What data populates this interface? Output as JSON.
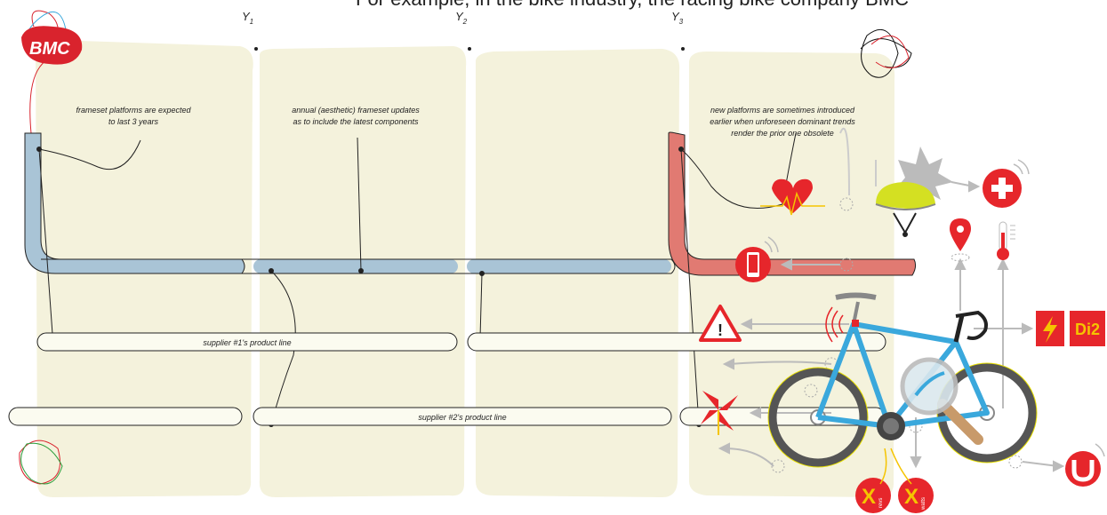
{
  "caption": "For example, in the bike industry, the racing bike company BMC",
  "brand": {
    "logo_text": "BMC",
    "color": "#d9232d"
  },
  "years": [
    {
      "letter": "Y",
      "sub": "1"
    },
    {
      "letter": "Y",
      "sub": "2"
    },
    {
      "letter": "Y",
      "sub": "3"
    }
  ],
  "annotations": {
    "col1": [
      "frameset platforms are expected",
      "to last 3 years"
    ],
    "col2": [
      "annual (aesthetic) frameset updates",
      "as to include the latest components"
    ],
    "col4": [
      "new platforms are sometimes introduced",
      "earlier when unforeseen dominant trends",
      "render the prior one obsolete"
    ]
  },
  "product_lines": {
    "supplier1": "supplier #1's product line",
    "supplier2": "supplier #2's product line"
  },
  "badges": {
    "di2": "Di2",
    "revs_x": "X",
    "revs": "revs",
    "watts_x": "X",
    "watts": "watts"
  },
  "colors": {
    "column_bg": "#f4f2dc",
    "platform_old": "#a9c4d6",
    "platform_new": "#e17a72",
    "frame_blue": "#3aa8dc",
    "accent_red": "#e6262b",
    "helmet_yellow": "#d4e022",
    "connector_grey": "#bbbbbb"
  },
  "icons": [
    "heart-rate-icon",
    "helmet-icon",
    "first-aid-icon",
    "location-pin-icon",
    "thermometer-icon",
    "phone-icon",
    "warning-icon",
    "lightning-icon",
    "magnifier-icon",
    "pinwheel-icon",
    "magnet-icon",
    "impact-burst-icon",
    "bicycle-icon"
  ]
}
